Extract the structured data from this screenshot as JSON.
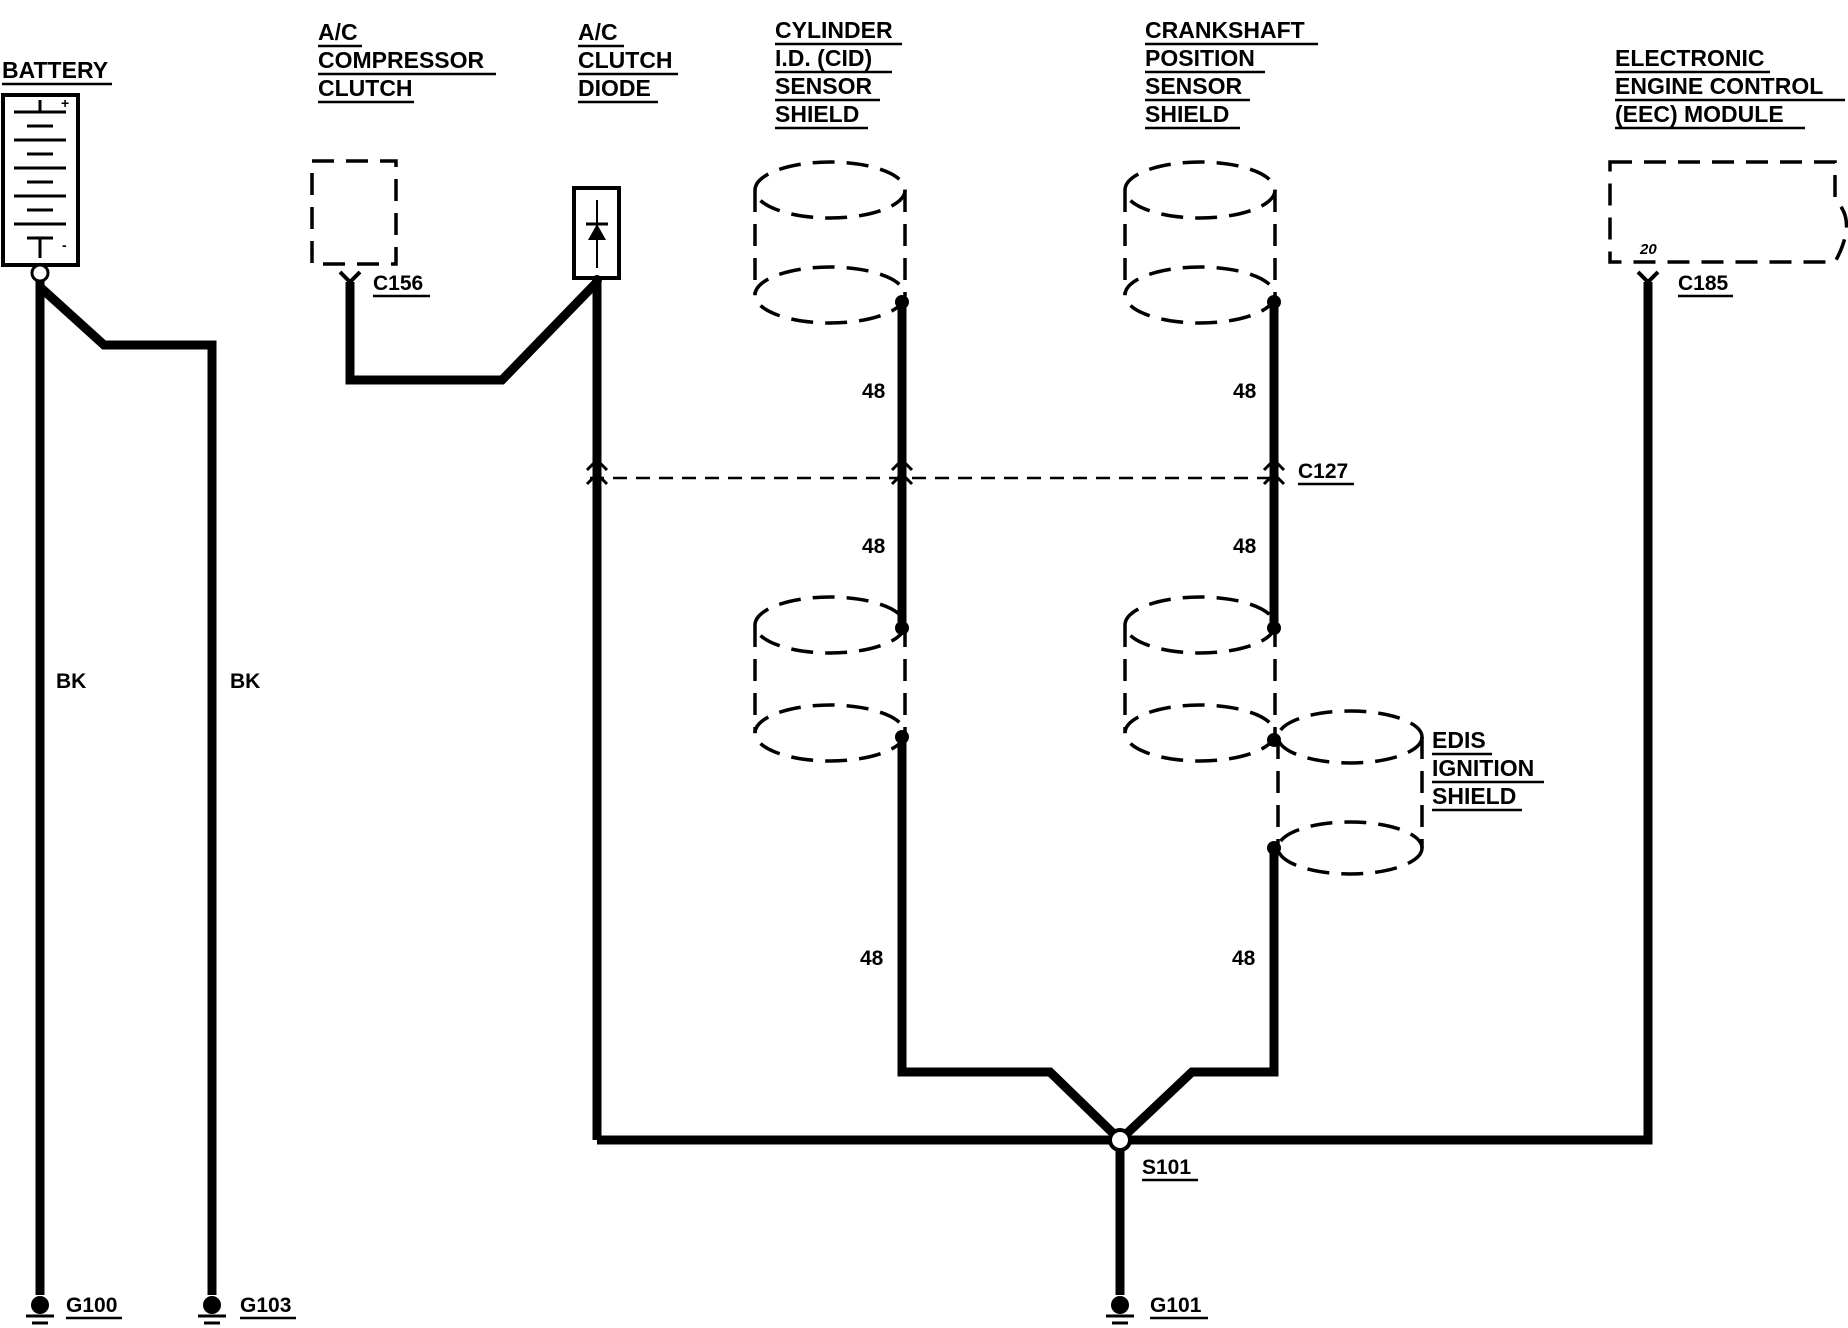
{
  "components": {
    "battery": {
      "label": "BATTERY",
      "plus": "+",
      "minus": "-"
    },
    "ac_compressor_clutch": {
      "lines": [
        "A/C",
        "COMPRESSOR",
        "CLUTCH"
      ]
    },
    "ac_clutch_diode": {
      "lines": [
        "A/C",
        "CLUTCH",
        "DIODE"
      ]
    },
    "cid_sensor_shield": {
      "lines": [
        "CYLINDER",
        "I.D. (CID)",
        "SENSOR",
        "SHIELD"
      ]
    },
    "ckp_sensor_shield": {
      "lines": [
        "CRANKSHAFT",
        "POSITION",
        "SENSOR",
        "SHIELD"
      ]
    },
    "eec_module": {
      "lines": [
        "ELECTRONIC",
        "ENGINE CONTROL",
        "(EEC) MODULE"
      ],
      "pin": "20"
    },
    "edis_ignition_shield": {
      "lines": [
        "EDIS",
        "IGNITION",
        "SHIELD"
      ]
    }
  },
  "connectors": {
    "c156": "C156",
    "c185": "C185",
    "c127": "C127",
    "s101": "S101"
  },
  "grounds": {
    "g100": "G100",
    "g103": "G103",
    "g101": "G101"
  },
  "wire_labels": {
    "bk_left": "BK",
    "bk_right": "BK",
    "cid_upper": "48",
    "cid_middle": "48",
    "cid_lower": "48",
    "ckp_upper": "48",
    "ckp_middle": "48",
    "ckp_lower": "48"
  }
}
